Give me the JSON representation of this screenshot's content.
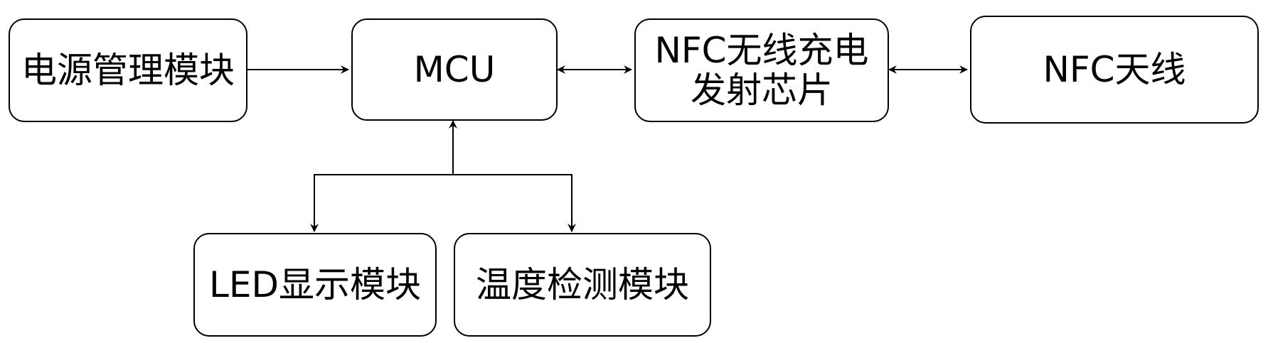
{
  "diagram": {
    "nodes": {
      "power": {
        "label": "电源管理模块"
      },
      "mcu": {
        "label": "MCU"
      },
      "nfc_chip": {
        "label_line1": "NFC无线充电",
        "label_line2": "发射芯片"
      },
      "nfc_antenna": {
        "label": "NFC天线"
      },
      "led": {
        "label": "LED显示模块"
      },
      "temp": {
        "label": "温度检测模块"
      }
    },
    "edges": [
      {
        "from": "power",
        "to": "mcu",
        "direction": "one-way"
      },
      {
        "from": "mcu",
        "to": "nfc_chip",
        "direction": "two-way"
      },
      {
        "from": "nfc_chip",
        "to": "nfc_antenna",
        "direction": "two-way"
      },
      {
        "from": "led",
        "to": "mcu",
        "direction": "one-way"
      },
      {
        "from": "mcu",
        "to": "led",
        "direction": "one-way"
      },
      {
        "from": "mcu",
        "to": "temp",
        "direction": "one-way"
      }
    ],
    "colors": {
      "stroke": "#000000",
      "fill": "#ffffff",
      "text": "#000000"
    }
  }
}
